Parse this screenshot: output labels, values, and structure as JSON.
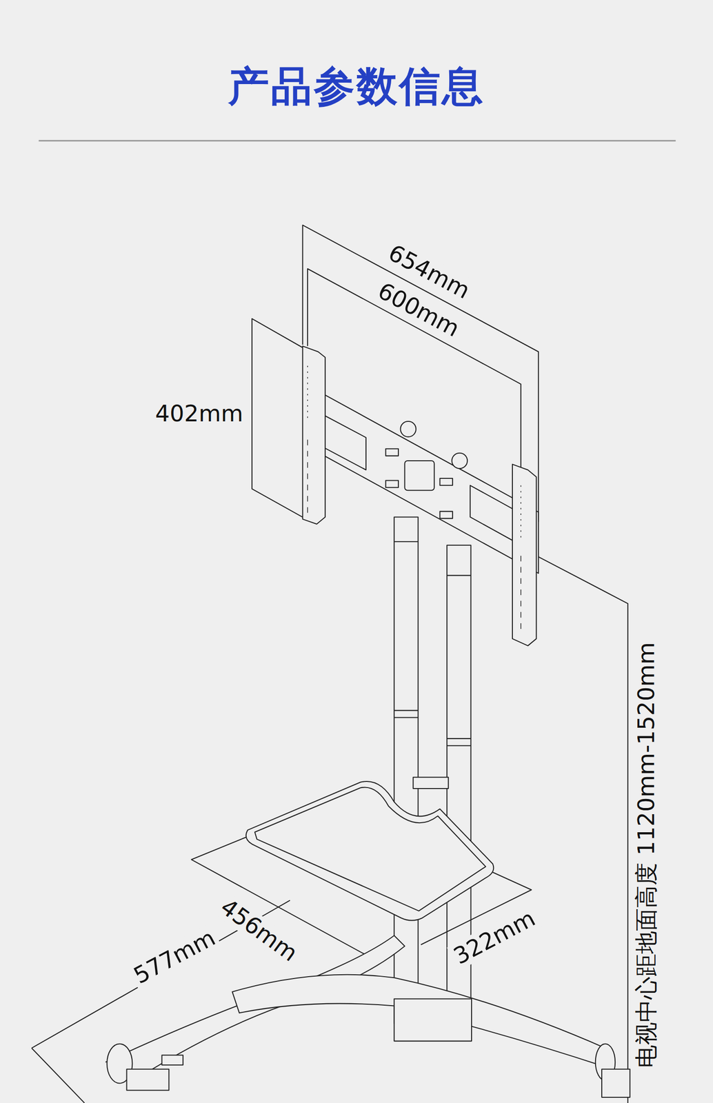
{
  "diagram": {
    "title": "产品参数信息",
    "labels": [
      "654mm",
      "600mm",
      "402mm",
      "456mm",
      "577mm",
      "322mm",
      "电视中心距地面高度 1120mm-1520mm"
    ]
  }
}
